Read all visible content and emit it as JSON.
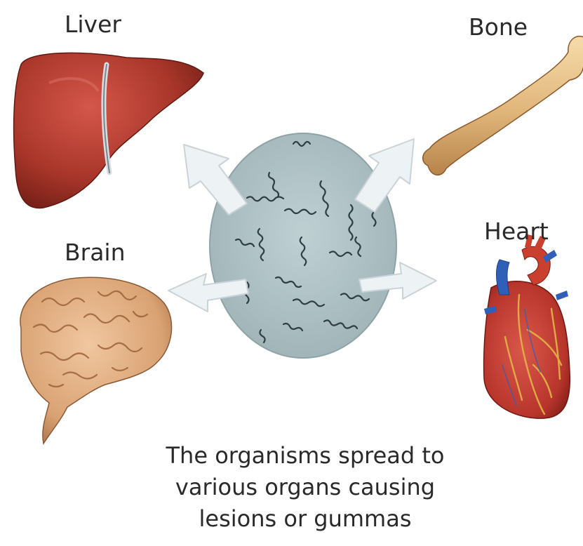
{
  "organs": {
    "liver": "Liver",
    "bone": "Bone",
    "brain": "Brain",
    "heart": "Heart"
  },
  "caption": {
    "line1": "The organisms spread to",
    "line2": "various organs causing",
    "line3": "lesions or gummas"
  },
  "colors": {
    "background": "#ffffff",
    "circle_fill": "#adc0c3",
    "organism_stroke": "#2f3d44",
    "arrow_fill": "#edf2f4",
    "arrow_stroke": "#c9d3d8",
    "liver": "#a9362a",
    "bone": "#e0b57a",
    "brain": "#d9a273",
    "heart": "#b8352c",
    "heart_vessel_blue": "#2f5fb8",
    "text": "#2a2a2a"
  }
}
